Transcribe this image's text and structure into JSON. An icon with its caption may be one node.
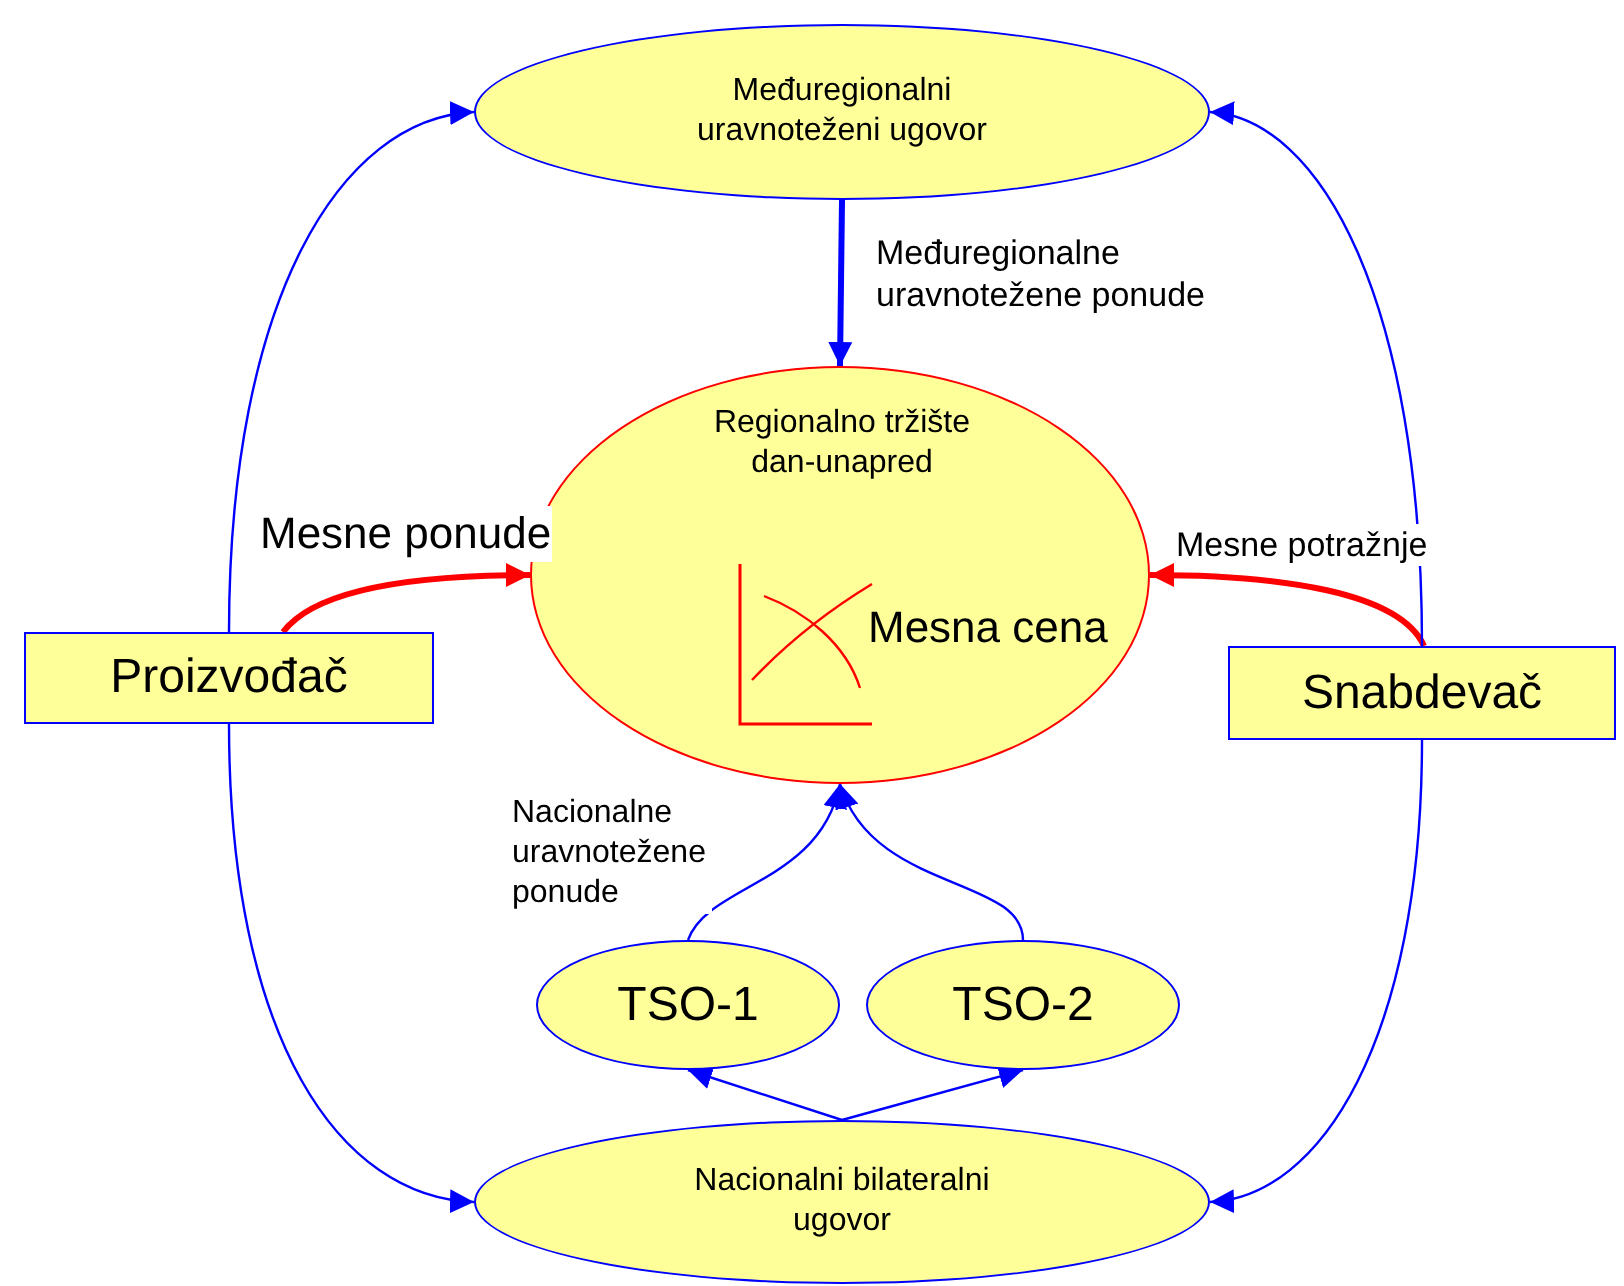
{
  "diagram": {
    "nodes": [
      {
        "text": [
          "Međuregionalni uravnoteženi ugovor"
        ]
      },
      {
        "text": [
          "Regionalno tržište dan-unapred",
          "Mesna cena"
        ]
      },
      {
        "text": [
          "Proizvođač"
        ]
      },
      {
        "text": [
          "Snabdevač"
        ]
      },
      {
        "text": [
          "TSO-1"
        ]
      },
      {
        "text": [
          "TSO-2"
        ]
      },
      {
        "text": [
          "Nacionalni bilateralni ugovor"
        ]
      }
    ],
    "edges": [
      {
        "from": 0,
        "to": 1,
        "arrow": "to",
        "label": "Međuregionalne uravnotežene ponude",
        "style": "thick"
      },
      {
        "from": 2,
        "to": 1,
        "arrow": "to",
        "label": "Mesne ponude",
        "color": "#ff0000",
        "style": "thick"
      },
      {
        "from": 3,
        "to": 1,
        "arrow": "to",
        "label": "Mesne potražnje",
        "color": "#ff0000",
        "style": "thick"
      },
      {
        "from": 4,
        "to": 1,
        "arrow": "to",
        "label": "Nacionalne uravnotežene ponude"
      },
      {
        "from": 5,
        "to": 1,
        "arrow": "to"
      },
      {
        "from": 6,
        "to": 4,
        "arrow": "to"
      },
      {
        "from": 6,
        "to": 5,
        "arrow": "to"
      },
      {
        "from": 2,
        "to": 0,
        "arrow": "to"
      },
      {
        "from": 2,
        "to": 6,
        "arrow": "to"
      },
      {
        "from": 3,
        "to": 0,
        "arrow": "to"
      },
      {
        "from": 3,
        "to": 6,
        "arrow": "to"
      }
    ]
  }
}
